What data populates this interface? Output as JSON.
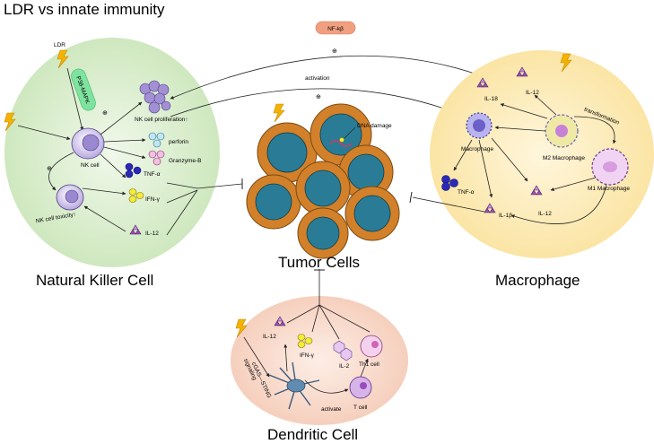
{
  "title": "LDR vs innate immunity",
  "sections": {
    "nk": "Natural Killer Cell",
    "tumor": "Tumor Cells",
    "macrophage": "Macrophage",
    "dendritic": "Dendritic Cell"
  },
  "nk_panel": {
    "ldr": "LDR",
    "p38": "P38-MAPK",
    "nk_cell": "NK cell",
    "proliferation": "NK cell proliferation↑",
    "perforin": "perforin",
    "granzyme": "Granzyme-B",
    "tnf": "TNF-α",
    "ifn": "IFN-γ",
    "il12": "IL-12",
    "toxicity": "NK cell toxicity↑",
    "plus": "⊕"
  },
  "top": {
    "nfkb": "NF-kβ",
    "activation": "activation",
    "plus": "⊕"
  },
  "tumor_panel": {
    "dna_damage": "DNA damage"
  },
  "macro_panel": {
    "il18": "IL-18",
    "il12_top": "IL-12",
    "transformation": "transformation",
    "macrophage": "Macrophage",
    "m2": "M2 Macrophage",
    "m1": "M1 Macrophage",
    "tnf": "TNF-α",
    "il1b": "IL-1β",
    "il12": "IL-12"
  },
  "dc_panel": {
    "il12": "IL-12",
    "ifn": "IFN-γ",
    "il2": "IL-2",
    "th1": "Th1 cell",
    "tcell": "T cell",
    "activate": "activate",
    "cgas": "cGAS—STING",
    "signaling": "signaling"
  },
  "colors": {
    "nk_bg": "#dcefd0",
    "macro_bg": "#fdeebb",
    "dc_bg": "#f9dccd",
    "tumor_outer": "#d2802a",
    "tumor_inner": "#1f7c96",
    "lightning": "#f3b300",
    "nfkb_pill": "#f0a080",
    "p38_pill": "#7fe3a0"
  }
}
